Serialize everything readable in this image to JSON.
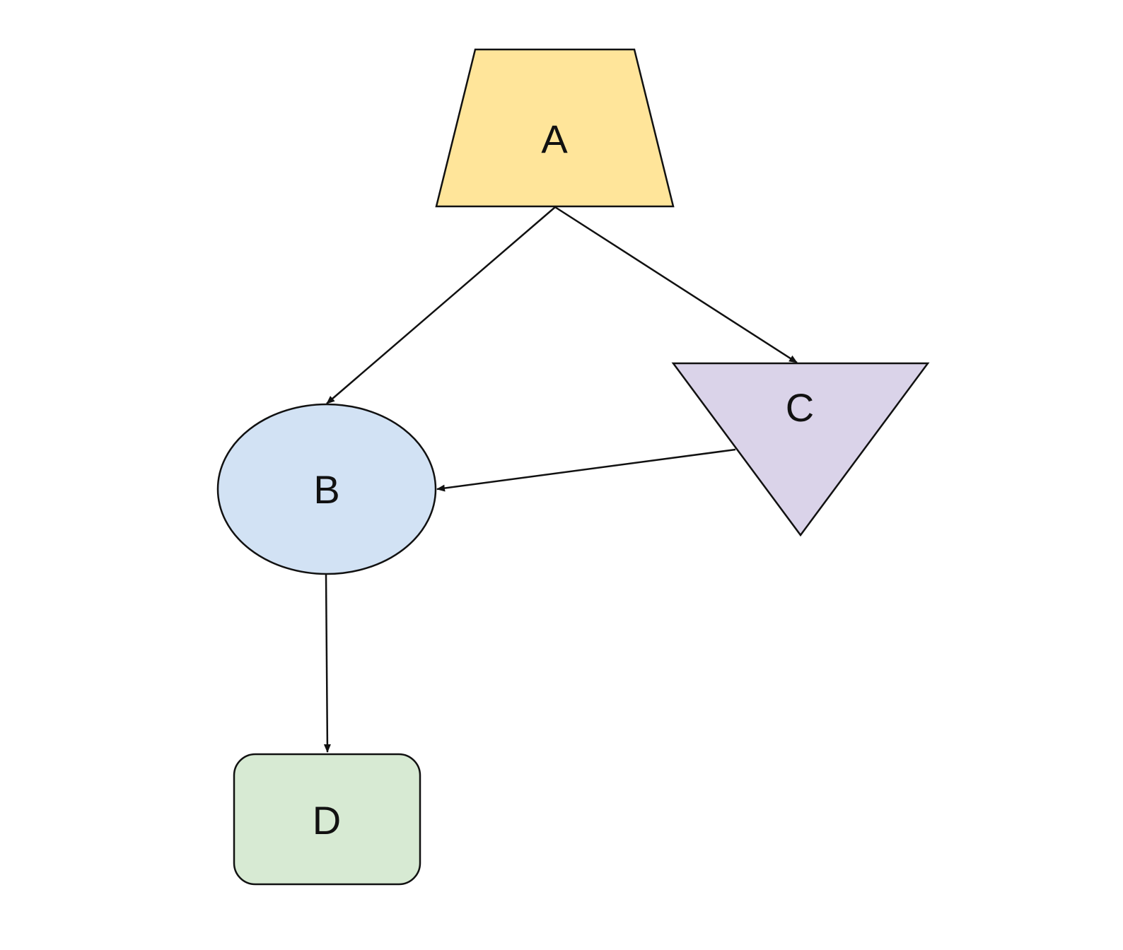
{
  "diagram": {
    "nodes": [
      {
        "id": "A",
        "label": "A",
        "shape": "trapezoid",
        "fill": "#FFE59A"
      },
      {
        "id": "B",
        "label": "B",
        "shape": "ellipse",
        "fill": "#D2E2F4"
      },
      {
        "id": "C",
        "label": "C",
        "shape": "inverted-triangle",
        "fill": "#DAD3E9"
      },
      {
        "id": "D",
        "label": "D",
        "shape": "rounded-rectangle",
        "fill": "#D7EAD3"
      }
    ],
    "edges": [
      {
        "from": "A",
        "to": "B"
      },
      {
        "from": "A",
        "to": "C"
      },
      {
        "from": "C",
        "to": "B"
      },
      {
        "from": "B",
        "to": "D"
      }
    ],
    "stroke_color": "#111111"
  }
}
